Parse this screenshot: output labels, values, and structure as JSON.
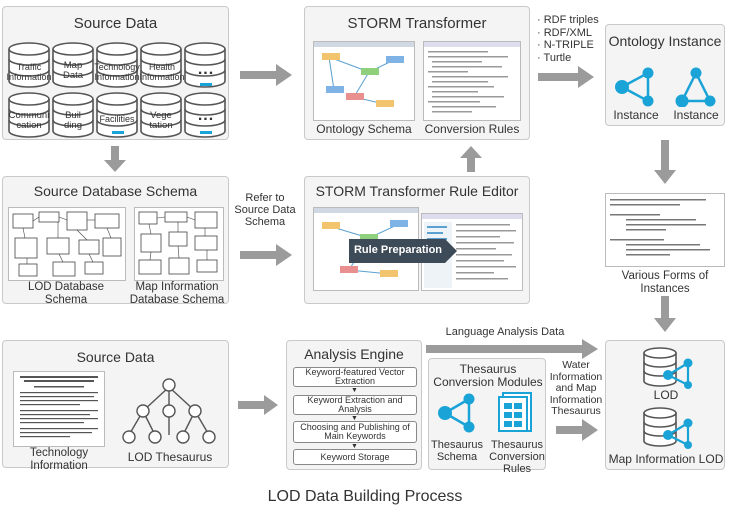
{
  "source_data_top": {
    "title": "Source Data",
    "db_items": [
      "Traffic Information",
      "Map Data",
      "Technology Information",
      "Health Information",
      "...",
      "Communi cation",
      "Buil ding",
      "Facilities",
      "Vege tation",
      "..."
    ]
  },
  "storm_transformer": {
    "title": "STORM Transformer",
    "left_label": "Ontology Schema",
    "right_label": "Conversion Rules"
  },
  "formats": [
    "· RDF triples",
    "· RDF/XML",
    "· N-TRIPLE",
    "· Turtle"
  ],
  "ontology_instance": {
    "title": "Ontology Instance",
    "items": [
      "Instance",
      "Instance"
    ]
  },
  "source_schema": {
    "title": "Source Database Schema",
    "left_label": "LOD Database Schema",
    "right_label": "Map Information Database Schema"
  },
  "refer_label": "Refer to Source Data Schema",
  "rule_editor": {
    "title": "STORM Transformer Rule Editor",
    "badge": "Rule Preparation"
  },
  "instances_label": "Various Forms of Instances",
  "source_data_bottom": {
    "title": "Source Data",
    "left_label": "Technology Information",
    "right_label": "LOD Thesaurus"
  },
  "analysis_engine": {
    "title": "Analysis Engine",
    "steps": [
      "Keyword-featured Vector Extraction",
      "Keyword Extraction and Analysis",
      "Choosing and Publishing of Main Keywords",
      "Keyword Storage"
    ]
  },
  "language_analysis_label": "Language Analysis Data",
  "thesaurus_modules": {
    "title": "Thesaurus Conversion Modules",
    "left_label": "Thesaurus Schema",
    "right_label": "Thesaurus Conversion Rules"
  },
  "water_label": "Water Information and Map Information Thesaurus",
  "lod_panel": {
    "items": [
      "LOD",
      "Map Information LOD"
    ]
  },
  "caption": "LOD Data Building Process",
  "colors": {
    "accent": "#1aa3d6",
    "panel": "#f4f4f4",
    "arrow": "#9b9b9b"
  }
}
